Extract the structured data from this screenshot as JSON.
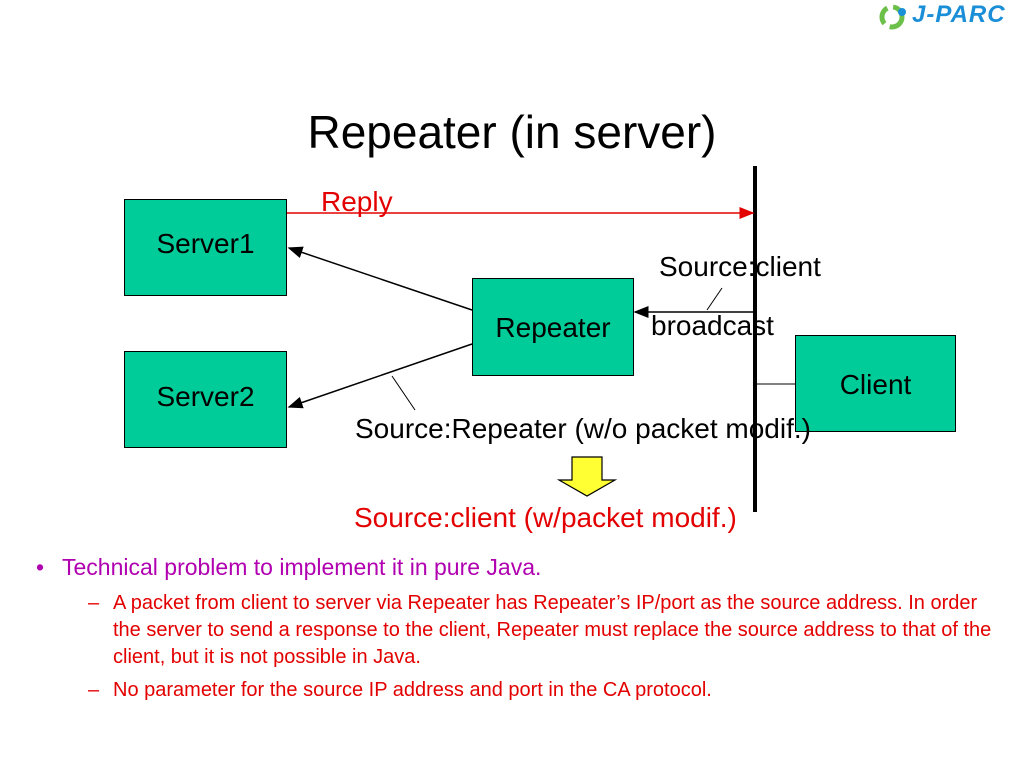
{
  "logo": {
    "text": "J-PARC"
  },
  "title": "Repeater (in server)",
  "diagram": {
    "server1": "Server1",
    "server2": "Server2",
    "repeater": "Repeater",
    "client": "Client",
    "reply": "Reply",
    "source_client": "Source:client",
    "broadcast": "broadcast",
    "source_repeater": "Source:Repeater (w/o packet modif.)",
    "source_client_modif": "Source:client (w/packet modif.)",
    "colors": {
      "box": "#00cc99",
      "reply": "#e30000",
      "arrow_down": "#ffff33"
    }
  },
  "bullets": {
    "main": "Technical problem to implement it in pure Java.",
    "sub": [
      "A packet from client to server via Repeater has Repeater’s IP/port as the source address. In order the server to send a response to the client, Repeater must replace the source address to that of the client, but it is not possible in Java.",
      "No parameter for the source IP address and port in the CA protocol."
    ]
  }
}
